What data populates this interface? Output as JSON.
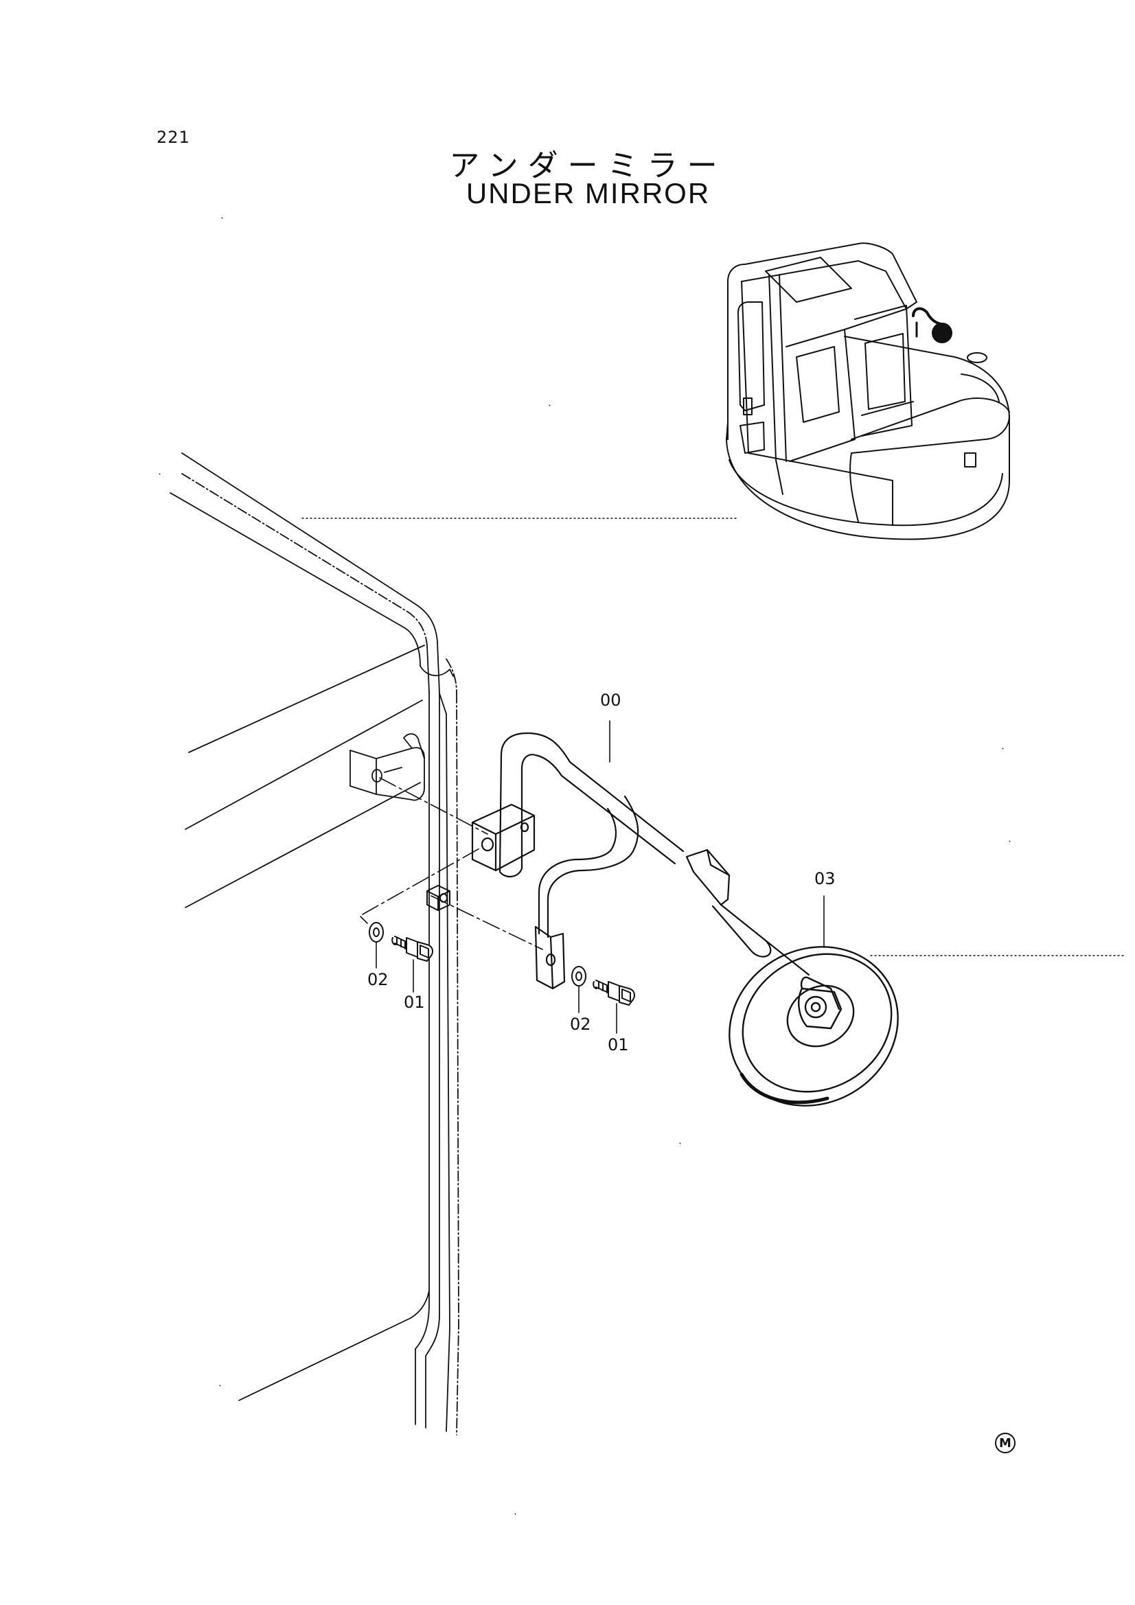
{
  "page": {
    "number": "221",
    "title_jp": "アンダーミラー",
    "title_en": "UNDER MIRROR"
  },
  "callouts": {
    "assembly": "00",
    "bolt_left": "01",
    "washer_left": "02",
    "washer_right": "02",
    "bolt_right": "01",
    "mirror": "03"
  },
  "corner_mark": "M"
}
